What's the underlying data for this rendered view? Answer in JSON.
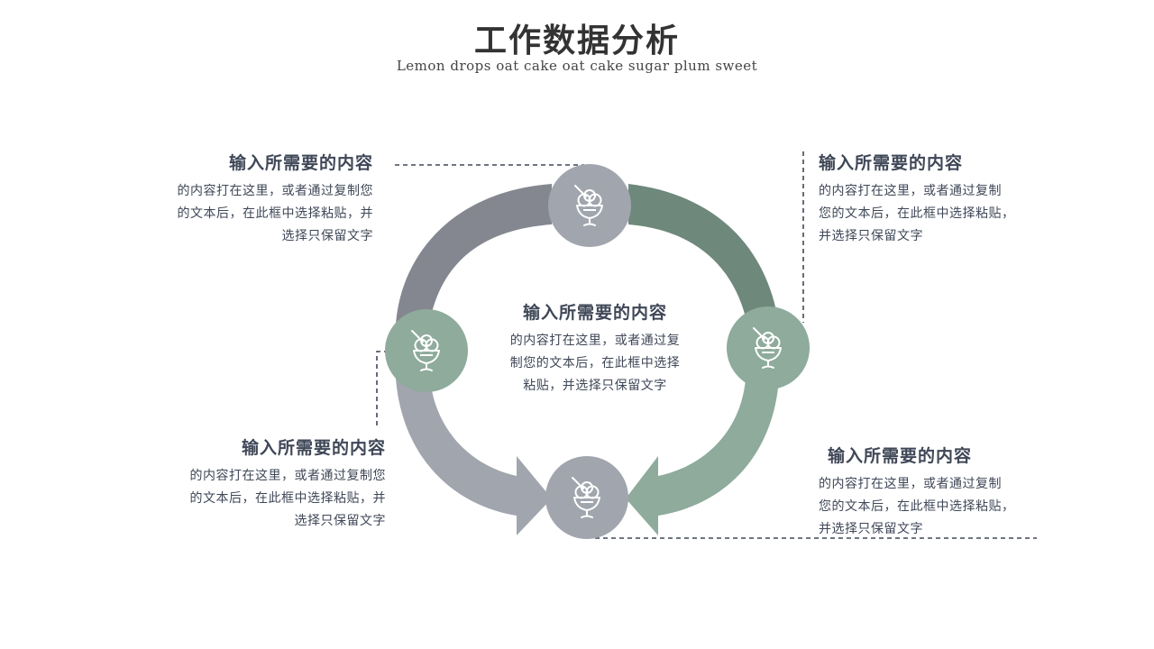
{
  "title": "工作数据分析",
  "subtitle": "Lemon drops oat cake oat cake sugar plum sweet",
  "colors": {
    "gray_dark": "#84878f",
    "gray_light": "#a1a5ad",
    "green_dark": "#6e887c",
    "green_light": "#8eab9c",
    "text": "#3f4757",
    "dash": "#3f4757"
  },
  "nodes": [
    {
      "icon": "ice-cream-icon"
    },
    {
      "icon": "ice-cream-icon"
    },
    {
      "icon": "ice-cream-icon"
    },
    {
      "icon": "ice-cream-icon"
    }
  ],
  "blocks": {
    "top_left": {
      "heading": "输入所需要的内容",
      "lines": [
        "的内容打在这里，或者通过复制您",
        "的文本后，在此框中选择粘贴，并",
        "选择只保留文字"
      ]
    },
    "top_right": {
      "heading": "输入所需要的内容",
      "lines": [
        "的内容打在这里，或者通过复制",
        "您的文本后，在此框中选择粘贴，",
        "并选择只保留文字"
      ]
    },
    "center": {
      "heading": "输入所需要的内容",
      "lines": [
        "的内容打在这里，或者通过复",
        "制您的文本后，在此框中选择",
        "粘贴，并选择只保留文字"
      ]
    },
    "bottom_left": {
      "heading": "输入所需要的内容",
      "lines": [
        "的内容打在这里，或者通过复制您",
        "的文本后，在此框中选择粘贴，并",
        "选择只保留文字"
      ]
    },
    "bottom_right": {
      "heading": "输入所需要的内容",
      "lines": [
        "的内容打在这里，或者通过复制",
        "您的文本后，在此框中选择粘贴，",
        "并选择只保留文字"
      ]
    }
  }
}
